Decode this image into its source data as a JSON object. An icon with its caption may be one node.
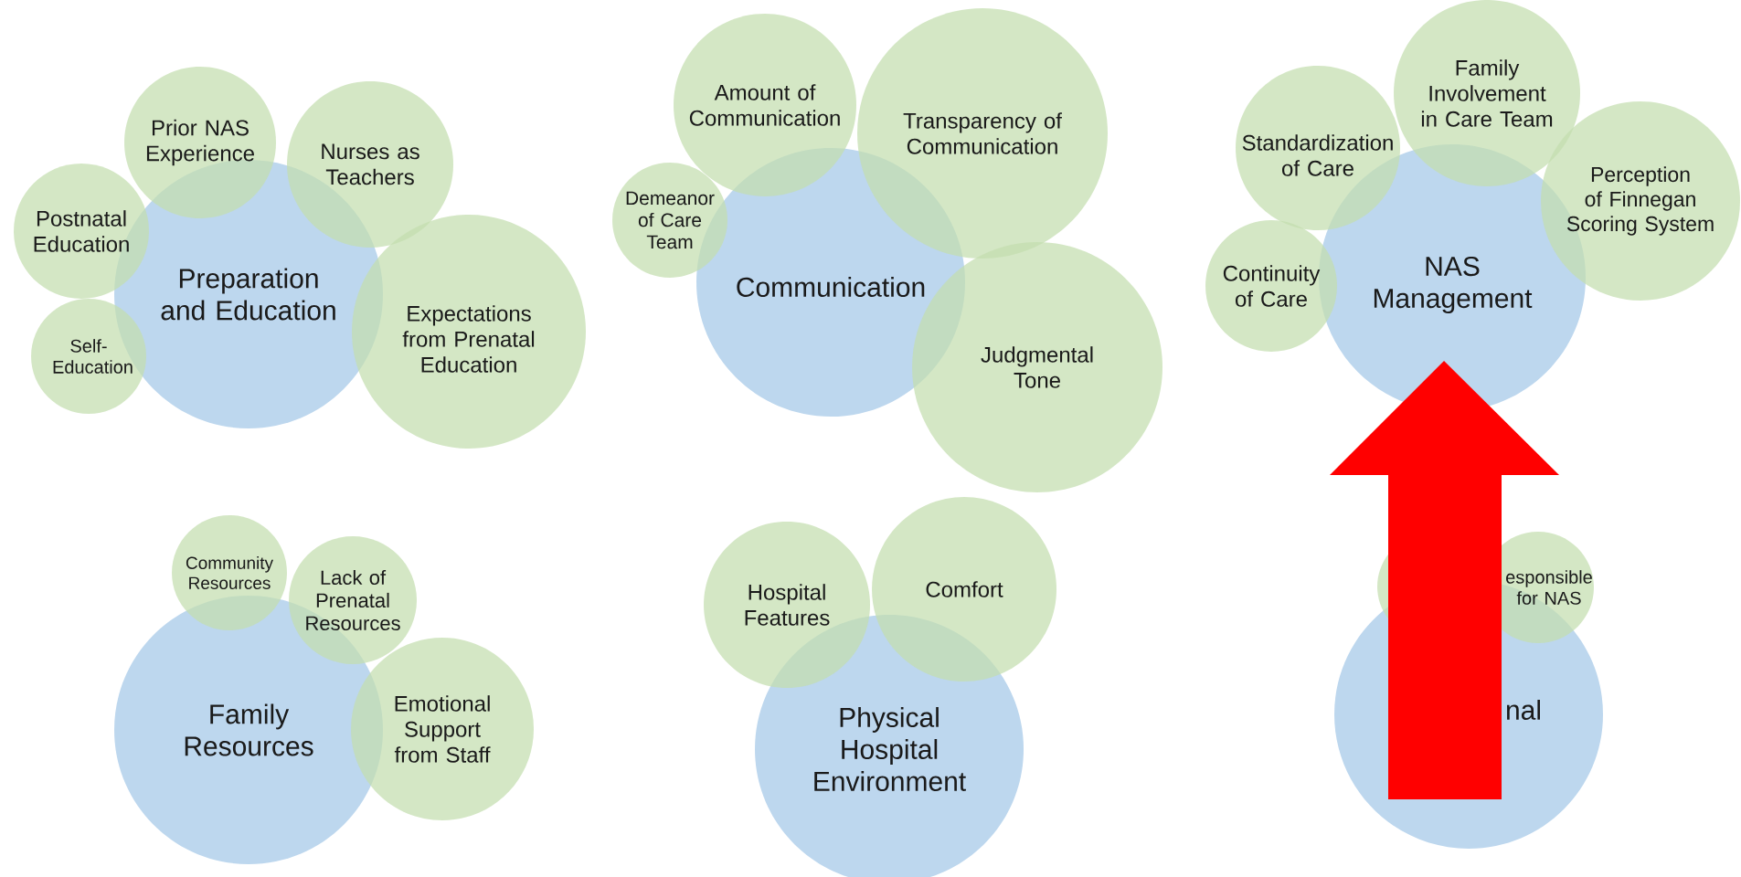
{
  "diagram": {
    "nodes": [
      {
        "text": [
          "Prior NAS Experience"
        ]
      },
      {
        "text": [
          "Nurses as Teachers"
        ]
      },
      {
        "text": [
          "Postnatal Education"
        ]
      },
      {
        "text": [
          "Preparation and Education"
        ]
      },
      {
        "text": [
          "Expectations from Prenatal Education"
        ]
      },
      {
        "text": [
          "Self-Education"
        ]
      },
      {
        "text": [
          "Amount of Communication"
        ]
      },
      {
        "text": [
          "Transparency of Communication"
        ]
      },
      {
        "text": [
          "Demeanor of Care Team"
        ]
      },
      {
        "text": [
          "Communication"
        ]
      },
      {
        "text": [
          "Judgmental Tone"
        ]
      },
      {
        "text": [
          "Family Involvement in Care Team"
        ]
      },
      {
        "text": [
          "Standardization of Care"
        ]
      },
      {
        "text": [
          "Perception of Finnegan Scoring System"
        ]
      },
      {
        "text": [
          "Continuity of Care"
        ]
      },
      {
        "text": [
          "NAS Management"
        ]
      },
      {
        "text": [
          "Community Resources"
        ]
      },
      {
        "text": [
          "Lack of Prenatal Resources"
        ]
      },
      {
        "text": [
          "Family Resources"
        ]
      },
      {
        "text": [
          "Emotional Support from Staff"
        ]
      },
      {
        "text": [
          "Hospital Features"
        ]
      },
      {
        "text": [
          "Comfort"
        ]
      },
      {
        "text": [
          "Physical Hospital Environment"
        ]
      },
      {
        "text": [],
        "shape": "circle"
      },
      {
        "text": [
          "esponsible for NAS"
        ]
      },
      {
        "text": [
          "nal"
        ]
      }
    ],
    "edges": [
      {
        "from": 25,
        "to": 15,
        "arrow": "to",
        "style": "thick",
        "color": "#ff0000"
      }
    ]
  }
}
